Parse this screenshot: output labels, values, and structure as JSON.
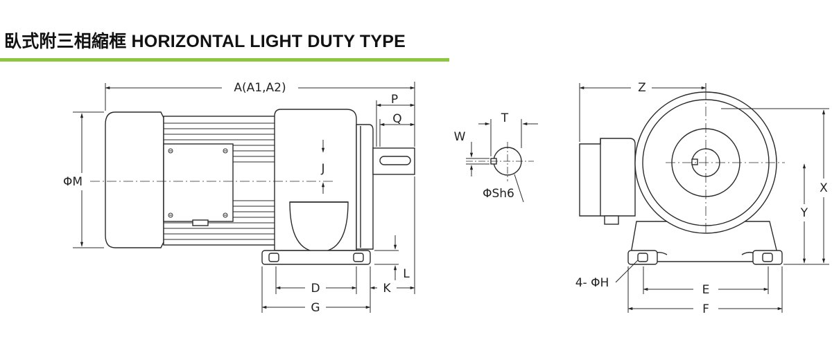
{
  "title": "臥式附三相縮框 HORIZONTAL LIGHT DUTY TYPE",
  "colors": {
    "accent_bar": "#8dc63f",
    "line": "#2a2a2a"
  },
  "dimensions": {
    "A": "A(A1,A2)",
    "P": "P",
    "Q": "Q",
    "J": "J",
    "M": "ΦM",
    "D": "D",
    "G": "G",
    "K": "K",
    "L": "L",
    "T": "T",
    "W": "W",
    "S": "ΦSh6",
    "Z": "Z",
    "X": "X",
    "Y": "Y",
    "H": "4- ΦH",
    "E": "E",
    "F": "F"
  }
}
